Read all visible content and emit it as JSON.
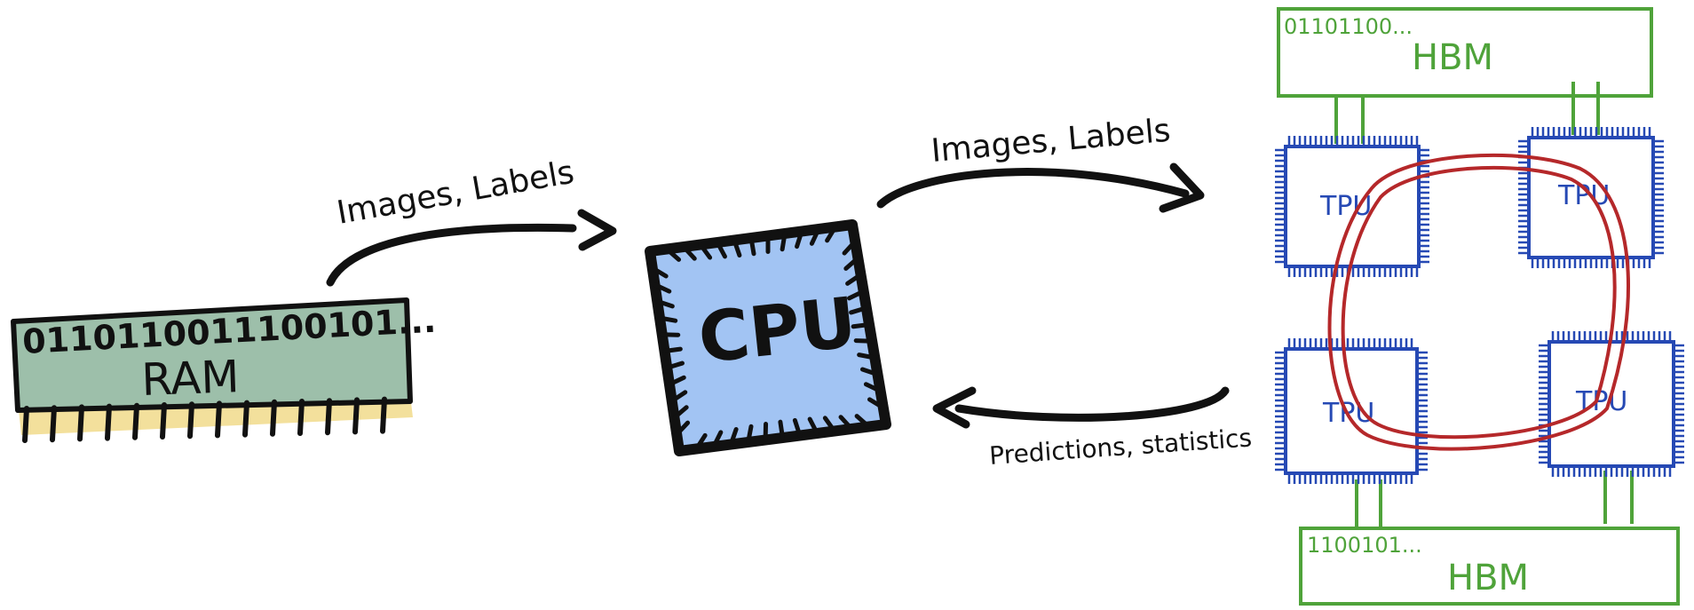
{
  "colors": {
    "ink": "#111111",
    "ram_fill": "#9dbfaa",
    "ram_pins": "#f3e09c",
    "cpu_fill": "#a2c4f3",
    "tpu_stroke": "#2649b4",
    "hbm_stroke": "#4fa33a",
    "interconnect": "#b5282a"
  },
  "ram": {
    "bits": "0110110011100101...",
    "label": "RAM"
  },
  "cpu": {
    "label": "CPU"
  },
  "arrows": {
    "ram_to_cpu": "Images, Labels",
    "cpu_to_tpu": "Images, Labels",
    "tpu_to_cpu": "Predictions, statistics"
  },
  "tpus": [
    "TPU",
    "TPU",
    "TPU",
    "TPU"
  ],
  "hbm_top": {
    "bits": "01101100...",
    "label": "HBM"
  },
  "hbm_bottom": {
    "bits": "1100101...",
    "label": "HBM"
  }
}
